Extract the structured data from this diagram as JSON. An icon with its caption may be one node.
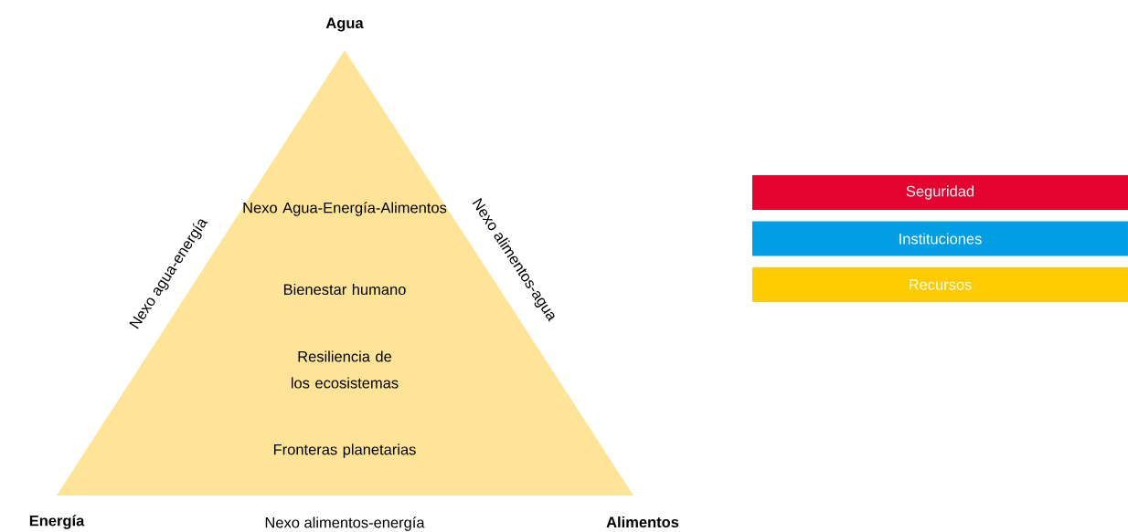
{
  "diagram": {
    "nodes": [
      {
        "text": [
          "Nexo Agua-Energía-Alimentos",
          "Bienestar humano",
          "Resiliencia de los ecosistemas",
          "Fronteras planetarias"
        ]
      }
    ],
    "labels": [
      "Agua",
      "Nexo agua-energía",
      "Nexo alimentos-agua",
      "Energía",
      "Nexo alimentos-energía",
      "Alimentos"
    ],
    "legend": [
      {
        "text": "Seguridad",
        "color": "#e4032e"
      },
      {
        "text": "Instituciones",
        "color": "#009fe3"
      },
      {
        "text": "Recursos",
        "color": "#fecb00"
      }
    ]
  }
}
